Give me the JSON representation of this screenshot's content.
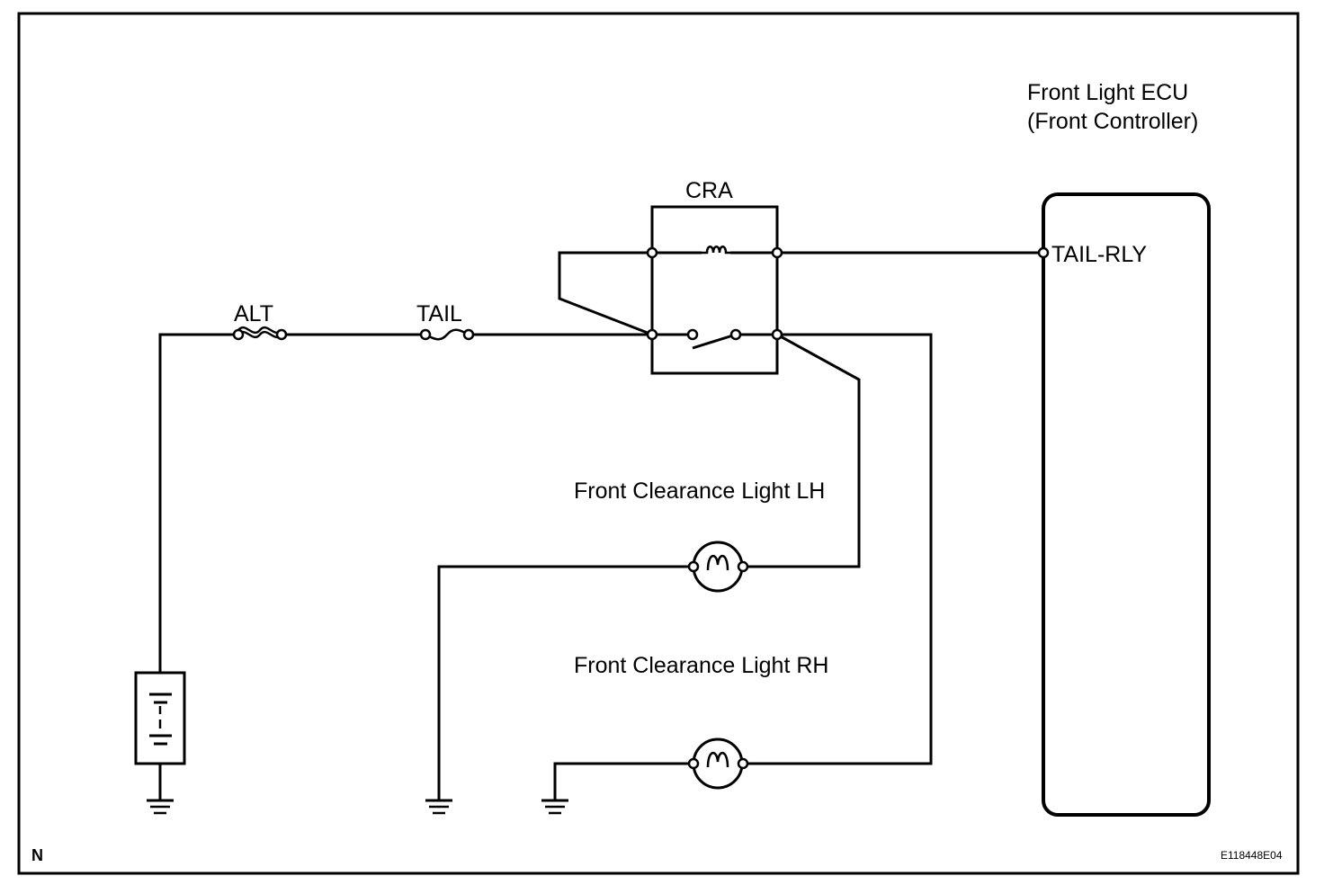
{
  "ecu": {
    "title_line1": "Front Light ECU",
    "title_line2": "(Front Controller)",
    "terminal": "TAIL-RLY"
  },
  "relay": {
    "label": "CRA"
  },
  "fuses": {
    "alt": "ALT",
    "tail": "TAIL"
  },
  "lights": {
    "lh": "Front Clearance Light LH",
    "rh": "Front Clearance Light RH"
  },
  "footer": {
    "corner_mark": "N",
    "figure_code": "E118448E04"
  }
}
